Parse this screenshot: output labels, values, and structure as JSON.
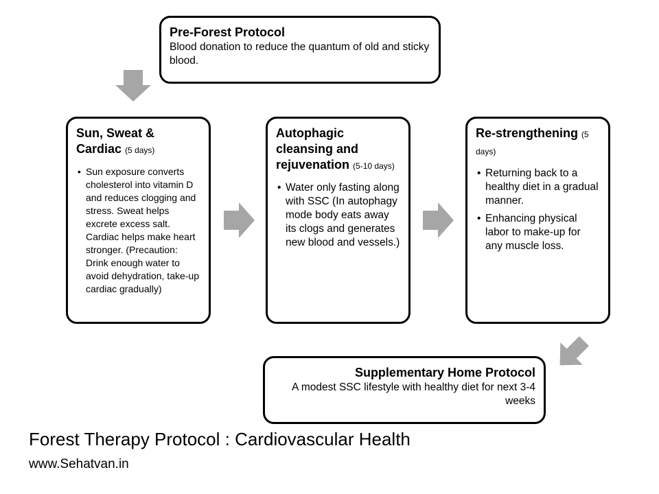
{
  "colors": {
    "arrow": "#A6A6A6",
    "border": "#000000",
    "text": "#000000"
  },
  "pre_forest": {
    "title": "Pre-Forest Protocol",
    "description": "Blood donation to reduce the quantum of old and sticky blood."
  },
  "steps": [
    {
      "title": "Sun, Sweat & Cardiac",
      "duration": "(5 days)",
      "bullets": [
        "Sun exposure converts cholesterol into vitamin D and reduces clogging and stress. Sweat helps excrete excess salt. Cardiac helps make heart stronger. (Precaution: Drink enough water to avoid dehydration, take-up cardiac gradually)"
      ]
    },
    {
      "title": "Autophagic cleansing and rejuvenation",
      "duration": "(5-10 days)",
      "bullets": [
        "Water only fasting along with SSC (In autophagy mode body eats away its clogs and generates new blood and vessels.)"
      ]
    },
    {
      "title": "Re-strengthening",
      "duration": "(5 days)",
      "bullets": [
        "Returning  back to a healthy diet in a gradual manner.",
        "Enhancing physical labor to make-up for any muscle loss."
      ]
    }
  ],
  "supplementary": {
    "title": "Supplementary Home Protocol",
    "description": "A modest SSC lifestyle with healthy diet for next 3-4 weeks"
  },
  "footer": {
    "title": "Forest Therapy Protocol : Cardiovascular Health",
    "url": "www.Sehatvan.in"
  }
}
